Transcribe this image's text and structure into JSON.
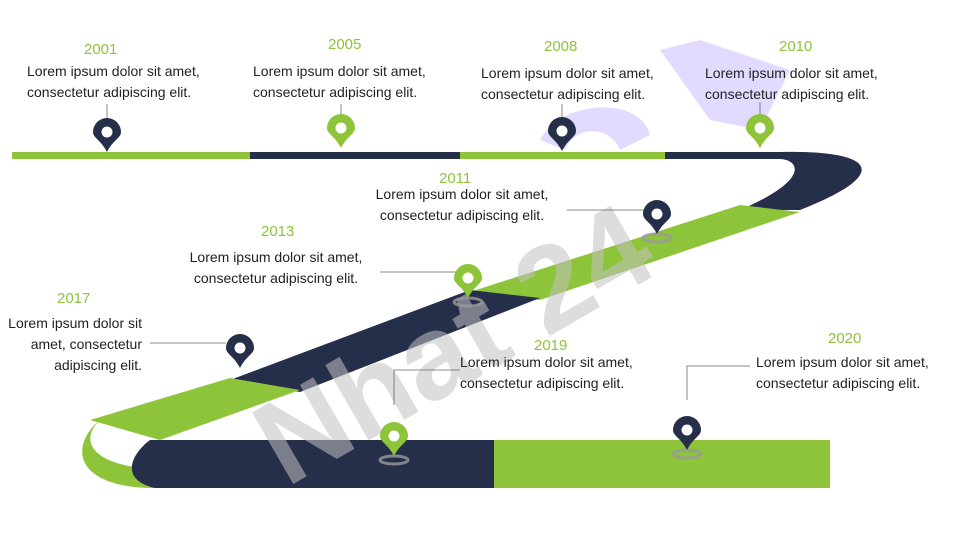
{
  "colors": {
    "green": "#8dc43a",
    "navy": "#262f4a",
    "watermark_purple": "#d7ccff",
    "watermark_gray": "#c2c2c2"
  },
  "watermark": "Nhat 24",
  "milestones": [
    {
      "year": "2001",
      "text": "Lorem ipsum dolor sit amet,\nconsectetur adipiscing elit.",
      "pin_icon": "map-pin-icon",
      "pin_color": "navy"
    },
    {
      "year": "2005",
      "text": "Lorem ipsum dolor sit amet,\nconsectetur adipiscing elit.",
      "pin_icon": "map-pin-icon",
      "pin_color": "green"
    },
    {
      "year": "2008",
      "text": "Lorem ipsum dolor sit amet,\nconsectetur adipiscing elit.",
      "pin_icon": "map-pin-icon",
      "pin_color": "navy"
    },
    {
      "year": "2010",
      "text": "Lorem ipsum dolor sit amet,\nconsectetur adipiscing elit.",
      "pin_icon": "map-pin-icon",
      "pin_color": "green"
    },
    {
      "year": "2011",
      "text": "Lorem ipsum dolor sit amet,\nconsectetur adipiscing elit.",
      "pin_icon": "map-pin-icon",
      "pin_color": "navy"
    },
    {
      "year": "2013",
      "text": "Lorem ipsum dolor sit amet,\nconsectetur adipiscing elit.",
      "pin_icon": "map-pin-icon",
      "pin_color": "green"
    },
    {
      "year": "2017",
      "text": "Lorem ipsum dolor sit\namet, consectetur\nadipiscing elit.",
      "pin_icon": "map-pin-icon",
      "pin_color": "navy"
    },
    {
      "year": "2019",
      "text": "Lorem ipsum dolor sit amet,\nconsectetur adipiscing elit.",
      "pin_icon": "map-pin-icon",
      "pin_color": "green"
    },
    {
      "year": "2020",
      "text": "Lorem ipsum dolor sit amet,\nconsectetur adipiscing elit.",
      "pin_icon": "map-pin-icon",
      "pin_color": "navy"
    }
  ]
}
